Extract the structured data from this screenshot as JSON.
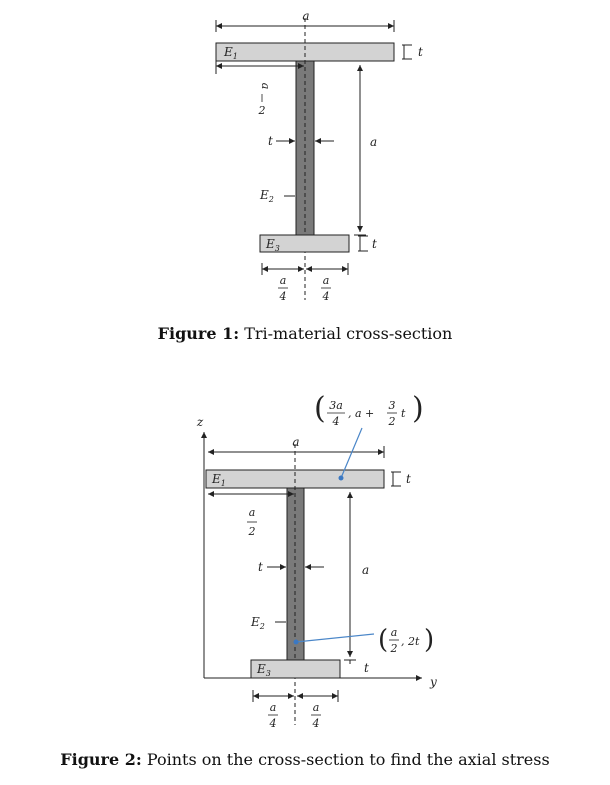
{
  "figure1": {
    "caption_label": "Figure 1:",
    "caption_text": "Tri-material cross-section",
    "labels": {
      "width_top": "a",
      "e1": "E",
      "e1_sub": "1",
      "e2": "E",
      "e2_sub": "2",
      "e3": "E",
      "e3_sub": "3",
      "flange_thickness_top": "t",
      "flange_thickness_bottom": "t",
      "web_thickness": "t",
      "half_a_num": "a",
      "half_a_den": "2",
      "web_height": "a",
      "quarter_left_num": "a",
      "quarter_left_den": "4",
      "quarter_right_num": "a",
      "quarter_right_den": "4"
    }
  },
  "figure2": {
    "caption_label": "Figure 2:",
    "caption_text": "Points on the cross-section to find the axial stress",
    "labels": {
      "z_axis": "z",
      "y_axis": "y",
      "width_top": "a",
      "e1": "E",
      "e1_sub": "1",
      "e2": "E",
      "e2_sub": "2",
      "e3": "E",
      "e3_sub": "3",
      "flange_thickness_top": "t",
      "flange_thickness_bottom": "t",
      "web_thickness": "t",
      "half_a_num": "a",
      "half_a_den": "2",
      "web_height": "a",
      "quarter_left_num": "a",
      "quarter_left_den": "4",
      "quarter_right_num": "a",
      "quarter_right_den": "4",
      "point1_num1": "3a",
      "point1_den1": "4",
      "point1_mid": ", a +",
      "point1_num2": "3",
      "point1_den2": "2",
      "point1_tail": "t",
      "point2_num": "a",
      "point2_den": "2",
      "point2_tail": ", 2t"
    }
  },
  "colors": {
    "flange": "#d3d3d3",
    "web": "#7a7a7a",
    "point_marker": "#3b78c2",
    "leader": "#4a86c8"
  }
}
